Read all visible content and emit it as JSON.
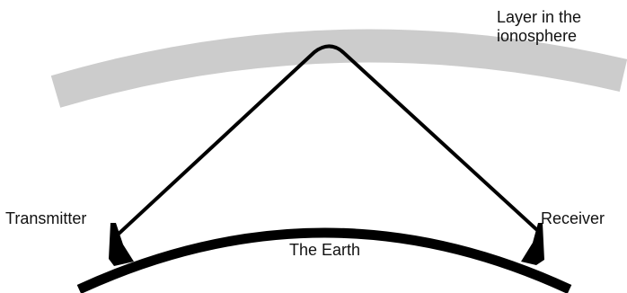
{
  "labels": {
    "layer_line1": "Layer in the",
    "layer_line2": "ionosphere",
    "transmitter": "Transmitter",
    "receiver": "Receiver",
    "earth": "The Earth"
  },
  "colors": {
    "ionosphere_band": "#cccccc",
    "earth_surface": "#000000",
    "signal_path": "#000000",
    "text": "#111111",
    "background": "#ffffff"
  }
}
